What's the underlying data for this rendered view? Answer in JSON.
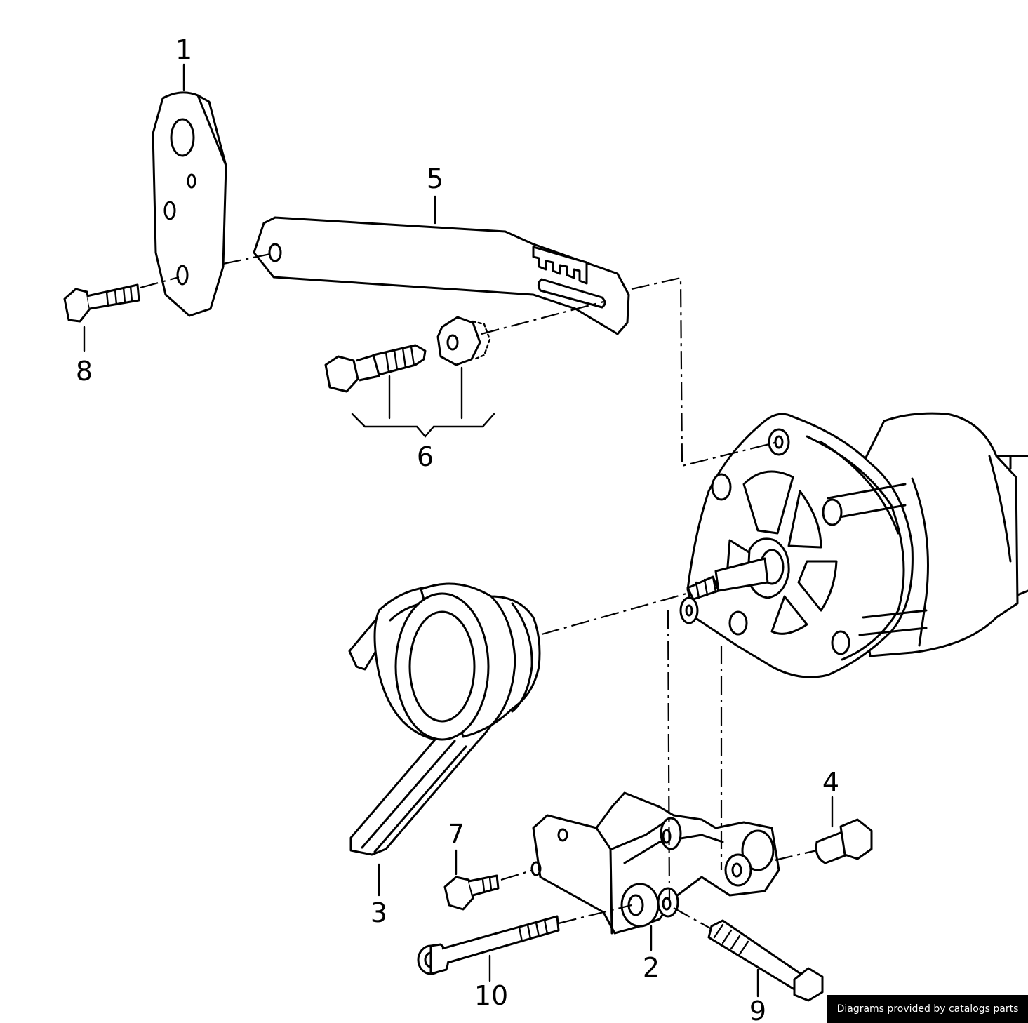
{
  "callouts": [
    {
      "id": "1",
      "label": "1"
    },
    {
      "id": "2",
      "label": "2"
    },
    {
      "id": "3",
      "label": "3"
    },
    {
      "id": "4",
      "label": "4"
    },
    {
      "id": "5",
      "label": "5"
    },
    {
      "id": "6",
      "label": "6"
    },
    {
      "id": "7",
      "label": "7"
    },
    {
      "id": "8",
      "label": "8"
    },
    {
      "id": "9",
      "label": "9"
    },
    {
      "id": "10",
      "label": "10"
    }
  ],
  "credit": "Diagrams provided by catalogs parts"
}
